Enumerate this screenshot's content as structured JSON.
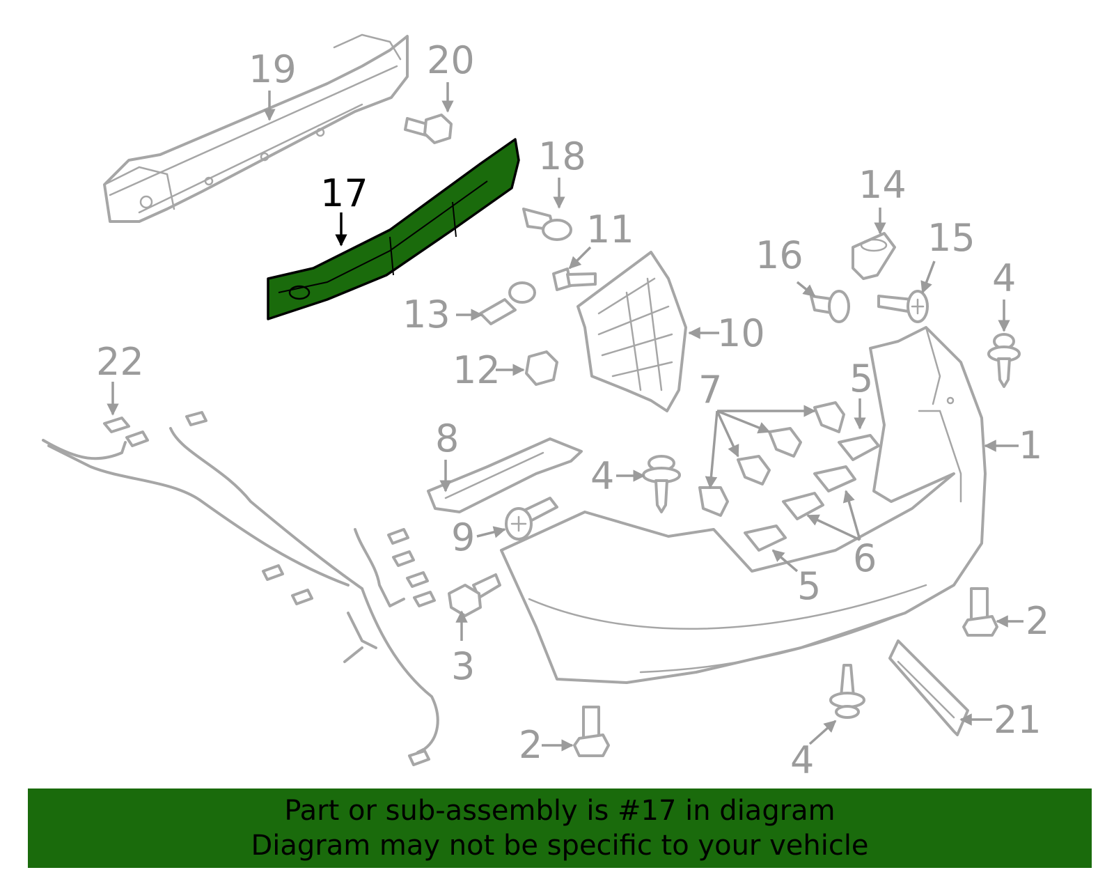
{
  "highlight_color": "#1a6b0c",
  "highlighted_part": "17",
  "callouts": {
    "c1": "1",
    "c2a": "2",
    "c2b": "2",
    "c3": "3",
    "c4a": "4",
    "c4b": "4",
    "c4c": "4",
    "c5a": "5",
    "c5b": "5",
    "c6": "6",
    "c7": "7",
    "c8": "8",
    "c9": "9",
    "c10": "10",
    "c11": "11",
    "c12": "12",
    "c13": "13",
    "c14": "14",
    "c15": "15",
    "c16": "16",
    "c17": "17",
    "c18": "18",
    "c19": "19",
    "c20": "20",
    "c21": "21",
    "c22": "22"
  },
  "banner": {
    "line1": "Part or sub-assembly is #17 in diagram",
    "line2": "Diagram may not be specific to your vehicle"
  }
}
